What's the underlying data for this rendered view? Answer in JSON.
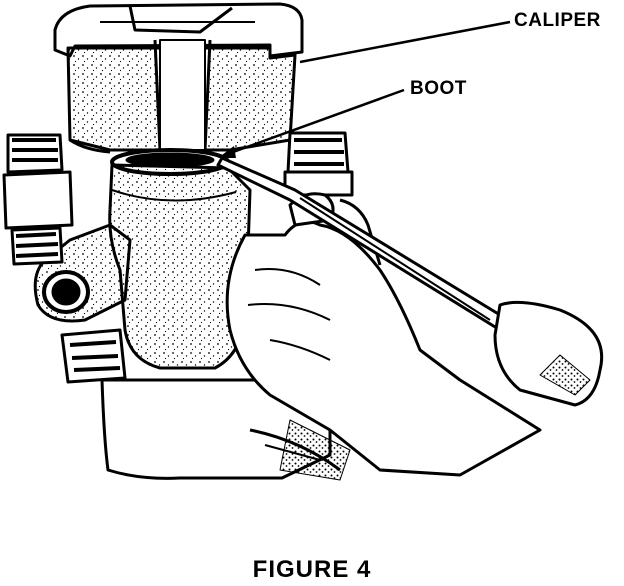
{
  "figure": {
    "caption": "FIGURE 4",
    "callouts": {
      "caliper": "CALIPER",
      "boot": "BOOT"
    }
  },
  "icons": {
    "illustration": "caliper-boot-removal-illustration"
  },
  "colors": {
    "ink": "#000000",
    "paper": "#ffffff"
  }
}
